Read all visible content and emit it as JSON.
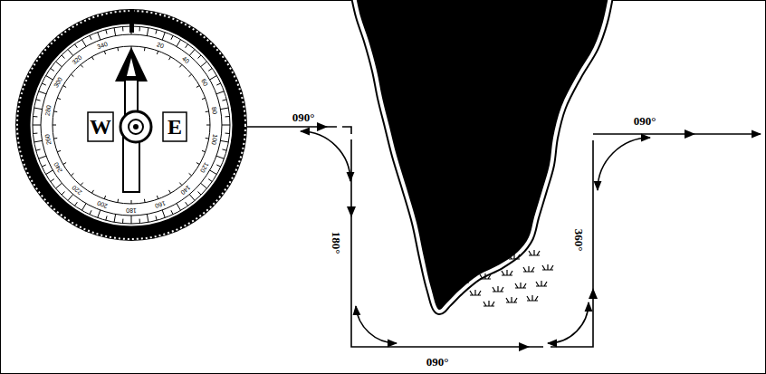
{
  "diagram": {
    "labels": [
      "W",
      "E",
      "20",
      "40",
      "60",
      "80",
      "100",
      "120",
      "140",
      "160",
      "180",
      "200",
      "220",
      "240",
      "260",
      "280",
      "300",
      "320",
      "340",
      "090°",
      "180°",
      "090°",
      "360°",
      "090°"
    ]
  }
}
